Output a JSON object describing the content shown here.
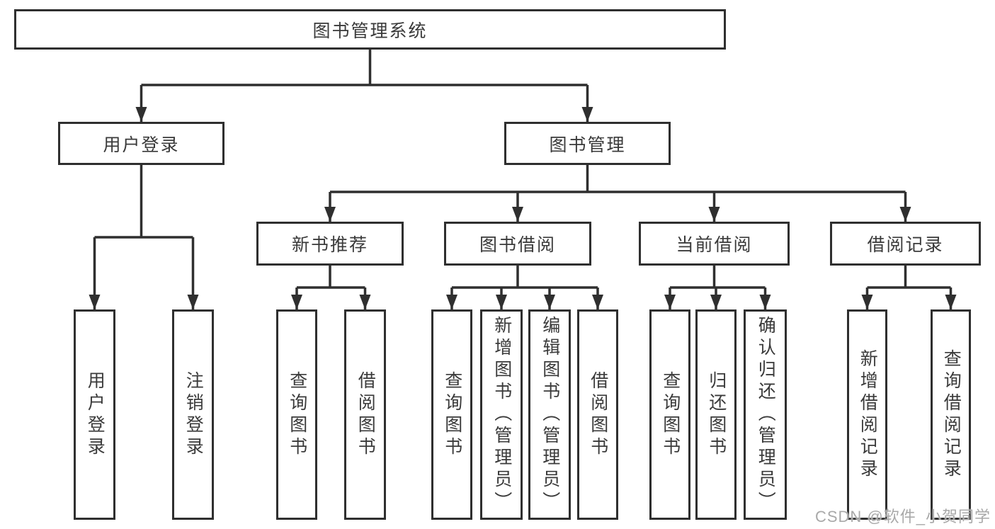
{
  "tree": {
    "label": "图书管理系统",
    "children": [
      {
        "label": "用户登录",
        "children": [
          {
            "label": "用户登录"
          },
          {
            "label": "注销登录"
          }
        ]
      },
      {
        "label": "图书管理",
        "children": [
          {
            "label": "新书推荐",
            "children": [
              {
                "label": "查询图书"
              },
              {
                "label": "借阅图书"
              }
            ]
          },
          {
            "label": "图书借阅",
            "children": [
              {
                "label": "查询图书"
              },
              {
                "label": "新增图书（管理员）"
              },
              {
                "label": "编辑图书（管理员）"
              },
              {
                "label": "借阅图书"
              }
            ]
          },
          {
            "label": "当前借阅",
            "children": [
              {
                "label": "查询图书"
              },
              {
                "label": "归还图书"
              },
              {
                "label": "确认归还（管理员）"
              }
            ]
          },
          {
            "label": "借阅记录",
            "children": [
              {
                "label": "新增借阅记录"
              },
              {
                "label": "查询借阅记录"
              }
            ]
          }
        ]
      }
    ]
  },
  "watermark": {
    "text": "CSDN @软件_小贺同学"
  },
  "colors": {
    "line": "#2f2f2f",
    "text": "#3a3a3a",
    "watermark": "#a9a9a9",
    "canvas": "#ffffff"
  }
}
